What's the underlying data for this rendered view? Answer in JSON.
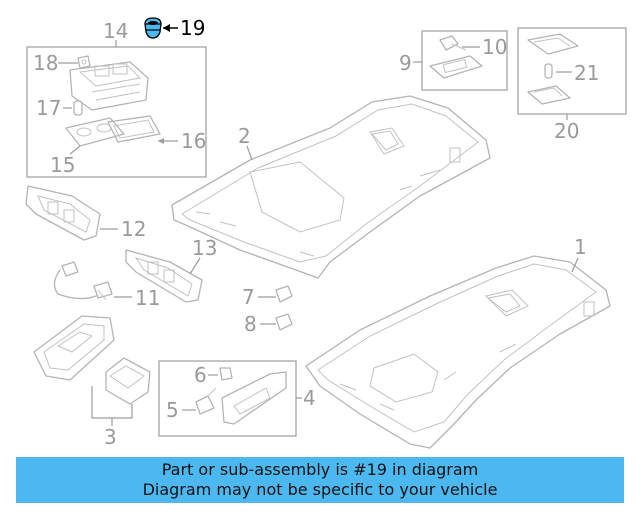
{
  "diagram": {
    "highlighted_callout": "19",
    "callouts": {
      "c1": "1",
      "c2": "2",
      "c3": "3",
      "c4": "4",
      "c5": "5",
      "c6": "6",
      "c7": "7",
      "c8": "8",
      "c9": "9",
      "c10": "10",
      "c11": "11",
      "c12": "12",
      "c13": "13",
      "c14": "14",
      "c15": "15",
      "c16": "16",
      "c17": "17",
      "c18": "18",
      "c19": "19",
      "c20": "20",
      "c21": "21"
    }
  },
  "banner": {
    "line1": "Part or sub-assembly is #19 in diagram",
    "line2": "Diagram may not be specific to your vehicle",
    "color": "#4cb8f0"
  }
}
